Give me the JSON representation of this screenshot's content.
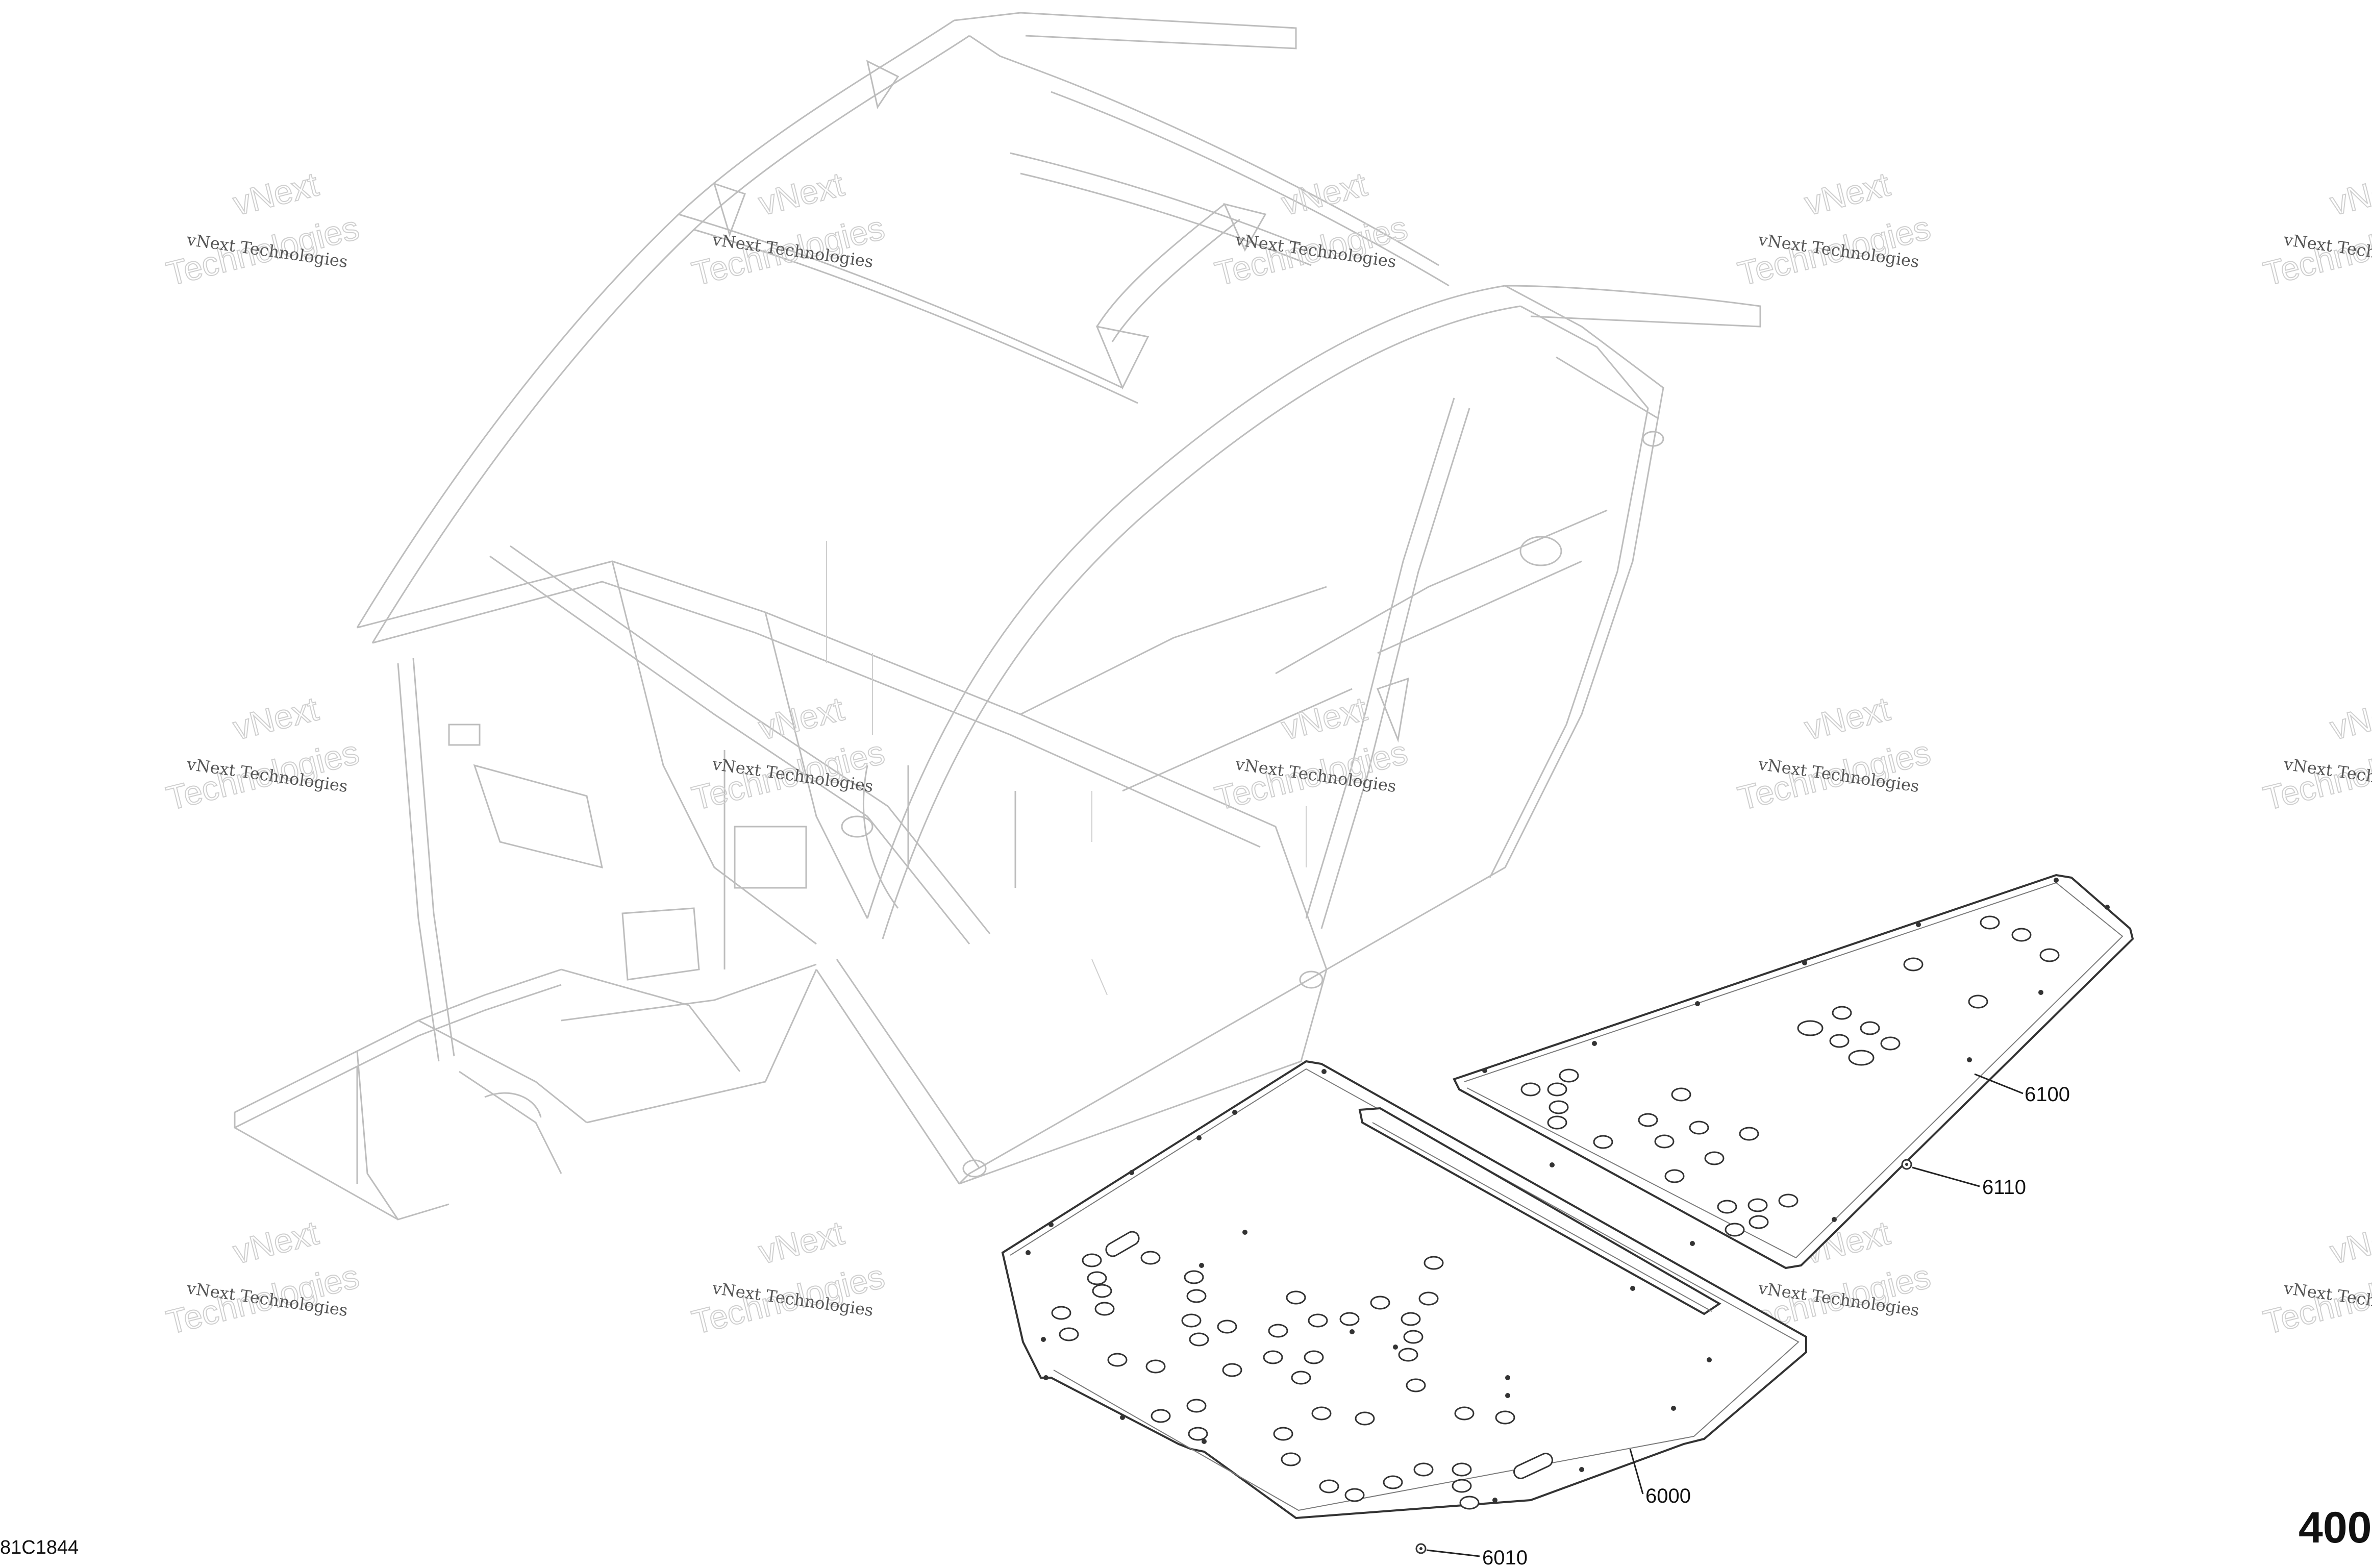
{
  "callouts": [
    {
      "label": "6000"
    },
    {
      "label": "6010"
    },
    {
      "label": "6100"
    },
    {
      "label": "6110"
    }
  ],
  "watermark": {
    "small_text": "vNext Technologies",
    "large_line1": "vNext",
    "large_line2": "Technologies"
  },
  "footer": {
    "reference_code": "81C1844",
    "page_number": "400"
  }
}
